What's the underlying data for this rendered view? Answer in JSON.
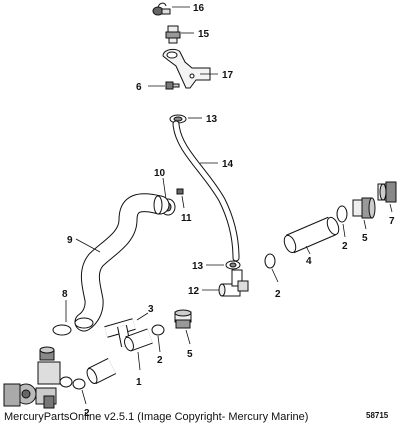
{
  "diagram": {
    "callouts": {
      "c1": "1",
      "c2a": "2",
      "c2b": "2",
      "c2c": "2",
      "c2d": "2",
      "c3": "3",
      "c4": "4",
      "c5a": "5",
      "c5b": "5",
      "c6": "6",
      "c7": "7",
      "c8": "8",
      "c9": "9",
      "c10": "10",
      "c11": "11",
      "c12": "12",
      "c13a": "13",
      "c13b": "13",
      "c14": "14",
      "c15": "15",
      "c16": "16",
      "c17": "17"
    }
  },
  "footer": {
    "copyright": "MercuryPartsOnline v2.5.1 (Image Copyright- Mercury Marine)",
    "drawing_number": "58715"
  }
}
